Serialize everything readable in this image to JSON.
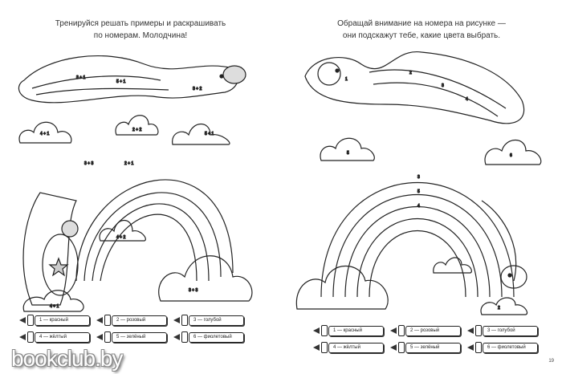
{
  "left_page": {
    "instruction_line1": "Тренируйся решать примеры и раскрашивать",
    "instruction_line2": "по номерам. Молодчина!",
    "expressions": [
      "3 + 1",
      "5 + 1",
      "3 + 2",
      "4 + 1",
      "2 + 2",
      "5 + 1",
      "3 + 3",
      "2 + 1",
      "4 + 2",
      "3 + 3",
      "4 + 1"
    ],
    "legend": [
      "1 — красный",
      "2 — розовый",
      "3 — голубой",
      "4 — жёлтый",
      "5 — зелёный",
      "6 — фиолетовый"
    ]
  },
  "right_page": {
    "instruction_line1": "Обращай внимание на номера на рисунке —",
    "instruction_line2": "они подскажут тебе, какие цвета выбрать.",
    "numbers": [
      "1",
      "2",
      "3",
      "4",
      "5",
      "6",
      "3",
      "5",
      "4",
      "2"
    ],
    "legend": [
      "1 — красный",
      "2 — розовый",
      "3 — голубой",
      "4 — жёлтый",
      "5 — зелёный",
      "6 — фиолетовый"
    ],
    "page_number": "19"
  },
  "watermark": "bookclub.by"
}
